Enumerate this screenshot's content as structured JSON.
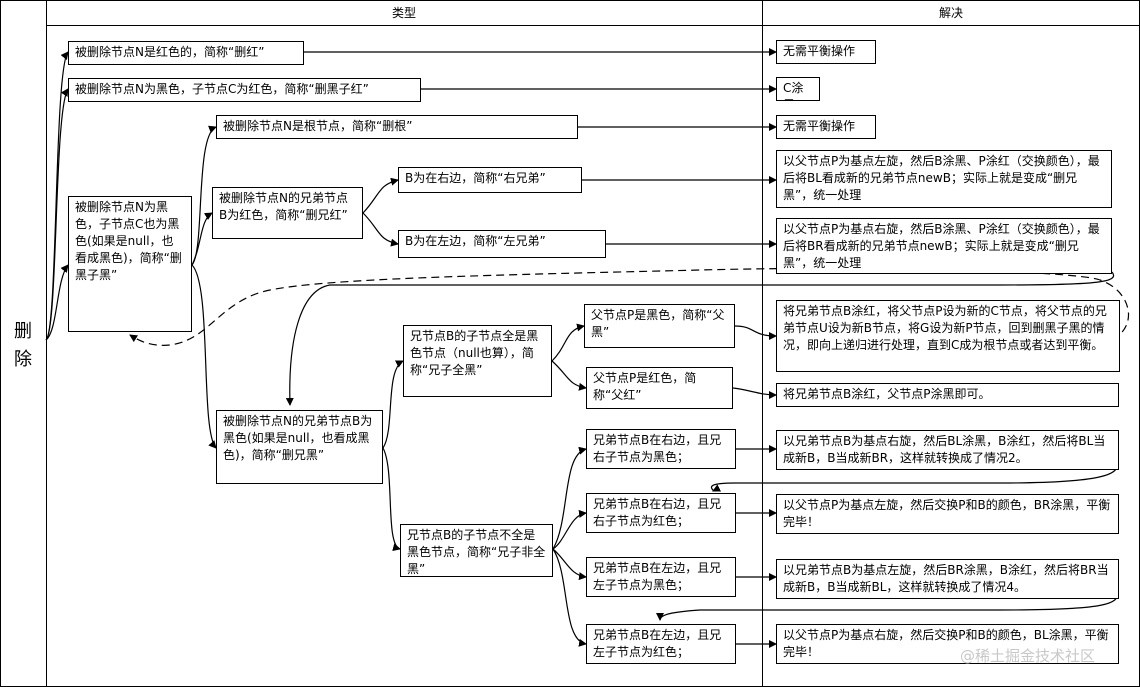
{
  "header": {
    "type_label": "类型",
    "solution_label": "解决"
  },
  "row_label": "删\n除",
  "nodes": {
    "n1": "被删除节点N是红色的，简称“删红”",
    "n2": "被删除节点N为黑色，子节点C为红色，简称“删黑子红”",
    "n3": "被删除节点N为黑色，子节点C也为黑色(如果是null，也看成黑色)，简称“删黑子黑”",
    "n4": "被删除节点N是根节点，简称“删根”",
    "n5": "被删除节点N的兄弟节点B为红色，简称“删兄红”",
    "n6": "B为在右边，简称“右兄弟”",
    "n7": "B为在左边，简称“左兄弟”",
    "n8": "被删除节点N的兄弟节点B为黑色(如果是null，也看成黑色)，简称“删兄黑”",
    "n9": "兄节点B的子节点全是黑色节点（null也算），简称“兄子全黑”",
    "n10": "父节点P是黑色，简称“父黑”",
    "n11": "父节点P是红色，简称“父红”",
    "n12": "兄节点B的子节点不全是黑色节点，简称“兄子非全黑”",
    "n13": "兄弟节点B在右边，且兄右子节点为黑色；",
    "n14": "兄弟节点B在右边，且兄右子节点为红色；",
    "n15": "兄弟节点B在左边，且兄左子节点为黑色；",
    "n16": "兄弟节点B在左边，且兄左子节点为红色；"
  },
  "solutions": {
    "s1": "无需平衡操作",
    "s2": "C涂黑",
    "s3": "无需平衡操作",
    "s4": "以父节点P为基点左旋，然后B涂黑、P涂红（交换颜色），最后将BL看成新的兄弟节点newB；实际上就是变成“删兄黑”，统一处理",
    "s5": "以父节点P为基点右旋，然后B涂黑、P涂红（交换颜色），最后将BR看成新的兄弟节点newB；实际上就是变成“删兄黑”，统一处理",
    "s6": "将兄弟节点B涂红，将父节点P设为新的C节点，将父节点的兄弟节点U设为新B节点，将G设为新P节点，回到删黑子黑的情况，即向上递归进行处理，直到C成为根节点或者达到平衡。",
    "s7": "将兄弟节点B涂红，父节点P涂黑即可。",
    "s8": "以兄弟节点B为基点右旋，然后BL涂黑，B涂红，然后将BL当成新B，B当成新BR，这样就转换成了情况2。",
    "s9": "以父节点P为基点左旋，然后交换P和B的颜色，BR涂黑，平衡完毕！",
    "s10": "以兄弟节点B为基点左旋，然后BR涂黑，B涂红，然后将BR当成新B，B当成新BL，这样就转换成了情况4。",
    "s11": "以父节点P为基点右旋，然后交换P和B的颜色，BL涂黑，平衡完毕！"
  },
  "watermark": "@稀土掘金技术社区"
}
